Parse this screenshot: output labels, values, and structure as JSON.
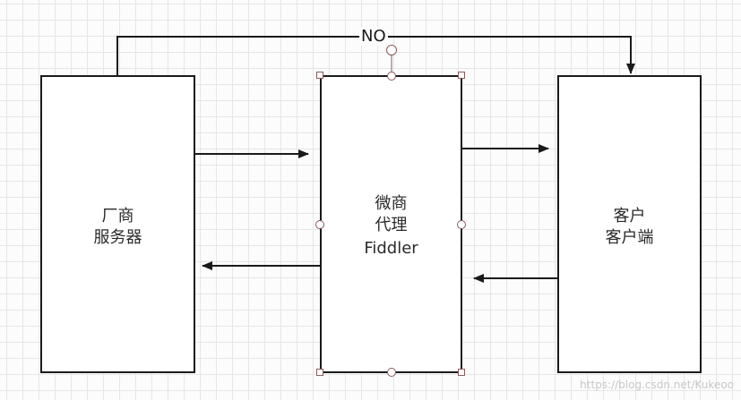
{
  "nodes": {
    "vendor": {
      "line1": "厂商",
      "line2": "服务器"
    },
    "proxy": {
      "line1": "微商",
      "line2": "代理",
      "line3": "Fiddler"
    },
    "client": {
      "line1": "客户",
      "line2": "客户端"
    }
  },
  "edges": {
    "top_label": "NO"
  },
  "colors": {
    "stroke": "#1a1a1a",
    "grid": "#e6e6e6",
    "handle": "#8a5a5a"
  },
  "watermark": "https://blog.csdn.net/Kukeoo"
}
